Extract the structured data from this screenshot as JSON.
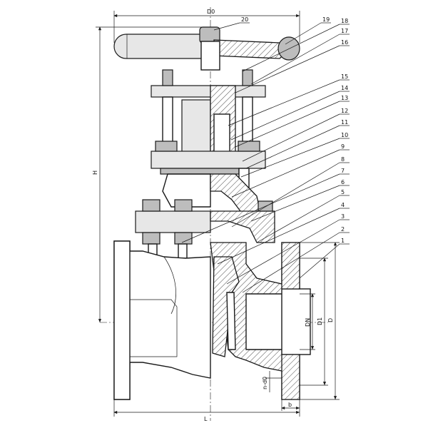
{
  "dimensions": {
    "top_width": "D0",
    "height": "H",
    "length": "L",
    "flange_outer": "D",
    "bolt_circle": "D1",
    "nominal_bore": "DN",
    "flange_thickness": "b",
    "raised_face": "n-d0"
  },
  "part_labels": [
    "20",
    "19",
    "18",
    "17",
    "16",
    "15",
    "14",
    "13",
    "12",
    "11",
    "10",
    "9",
    "8",
    "7",
    "6",
    "5",
    "4",
    "3",
    "2",
    "1"
  ]
}
